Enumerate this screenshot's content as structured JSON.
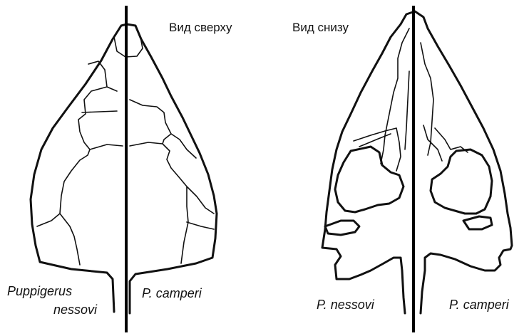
{
  "figure": {
    "view_top_label": "Вид сверху",
    "view_bottom_label": "Вид снизу",
    "dorsal_left_species_line1": "Puppigerus",
    "dorsal_left_species_line2": "nessovi",
    "dorsal_right_species": "P. camperi",
    "ventral_left_species": "P. nessovi",
    "ventral_right_species": "P. camperi"
  }
}
